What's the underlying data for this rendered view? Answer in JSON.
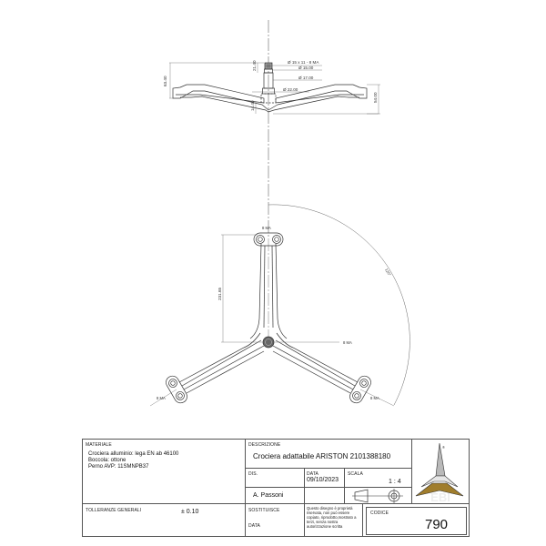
{
  "drawing": {
    "side_view": {
      "dimensions": {
        "thread": "Ø 15 x 11 - 8 MA",
        "d15": "Ø 15.00",
        "d17": "Ø 17.00",
        "d22": "Ø 22.00",
        "h_pin": "21.40",
        "h_total_left": "63.40",
        "h_right": "54.00",
        "h_bottom": "14.40"
      }
    },
    "top_view": {
      "dimensions": {
        "arm_length": "231.65",
        "angle": "120°",
        "hole_top": "8 MA",
        "hole_center": "8 MA",
        "hole_left": "8 MA",
        "hole_right": "8 MA"
      }
    }
  },
  "title_block": {
    "materiale": {
      "label": "MATERIALE",
      "lines": [
        "Crociera alluminio: lega EN ab 46100",
        "Boccola: ottone",
        "Perno AVP: 11SMNPB37"
      ]
    },
    "tolleranze": {
      "label": "TOLLERANZE GENERALI",
      "value": "± 0.10"
    },
    "descrizione": {
      "label": "DESCRIZIONE",
      "value": "Crociera adattabile ARISTON 2101388180"
    },
    "dis": {
      "label": "DIS.",
      "value": "A. Passoni"
    },
    "data": {
      "label": "DATA",
      "value": "09/10/2023"
    },
    "scala": {
      "label": "SCALA",
      "value": "1 : 4"
    },
    "sostituisce": {
      "label": "SOSTITUISCE"
    },
    "data2": {
      "label": "DATA"
    },
    "notice": "Questo disegno è proprietà riservata, non può essere copiato, riprodotto,mostrato a terzi, senza nostra autorizzazione scritta",
    "codice": {
      "label": "CODICE",
      "value": "790"
    },
    "logo": {
      "text": "EBI",
      "registered": "®",
      "colors": {
        "upper": "#b9b9b9",
        "lower": "#a07d2c"
      }
    }
  }
}
